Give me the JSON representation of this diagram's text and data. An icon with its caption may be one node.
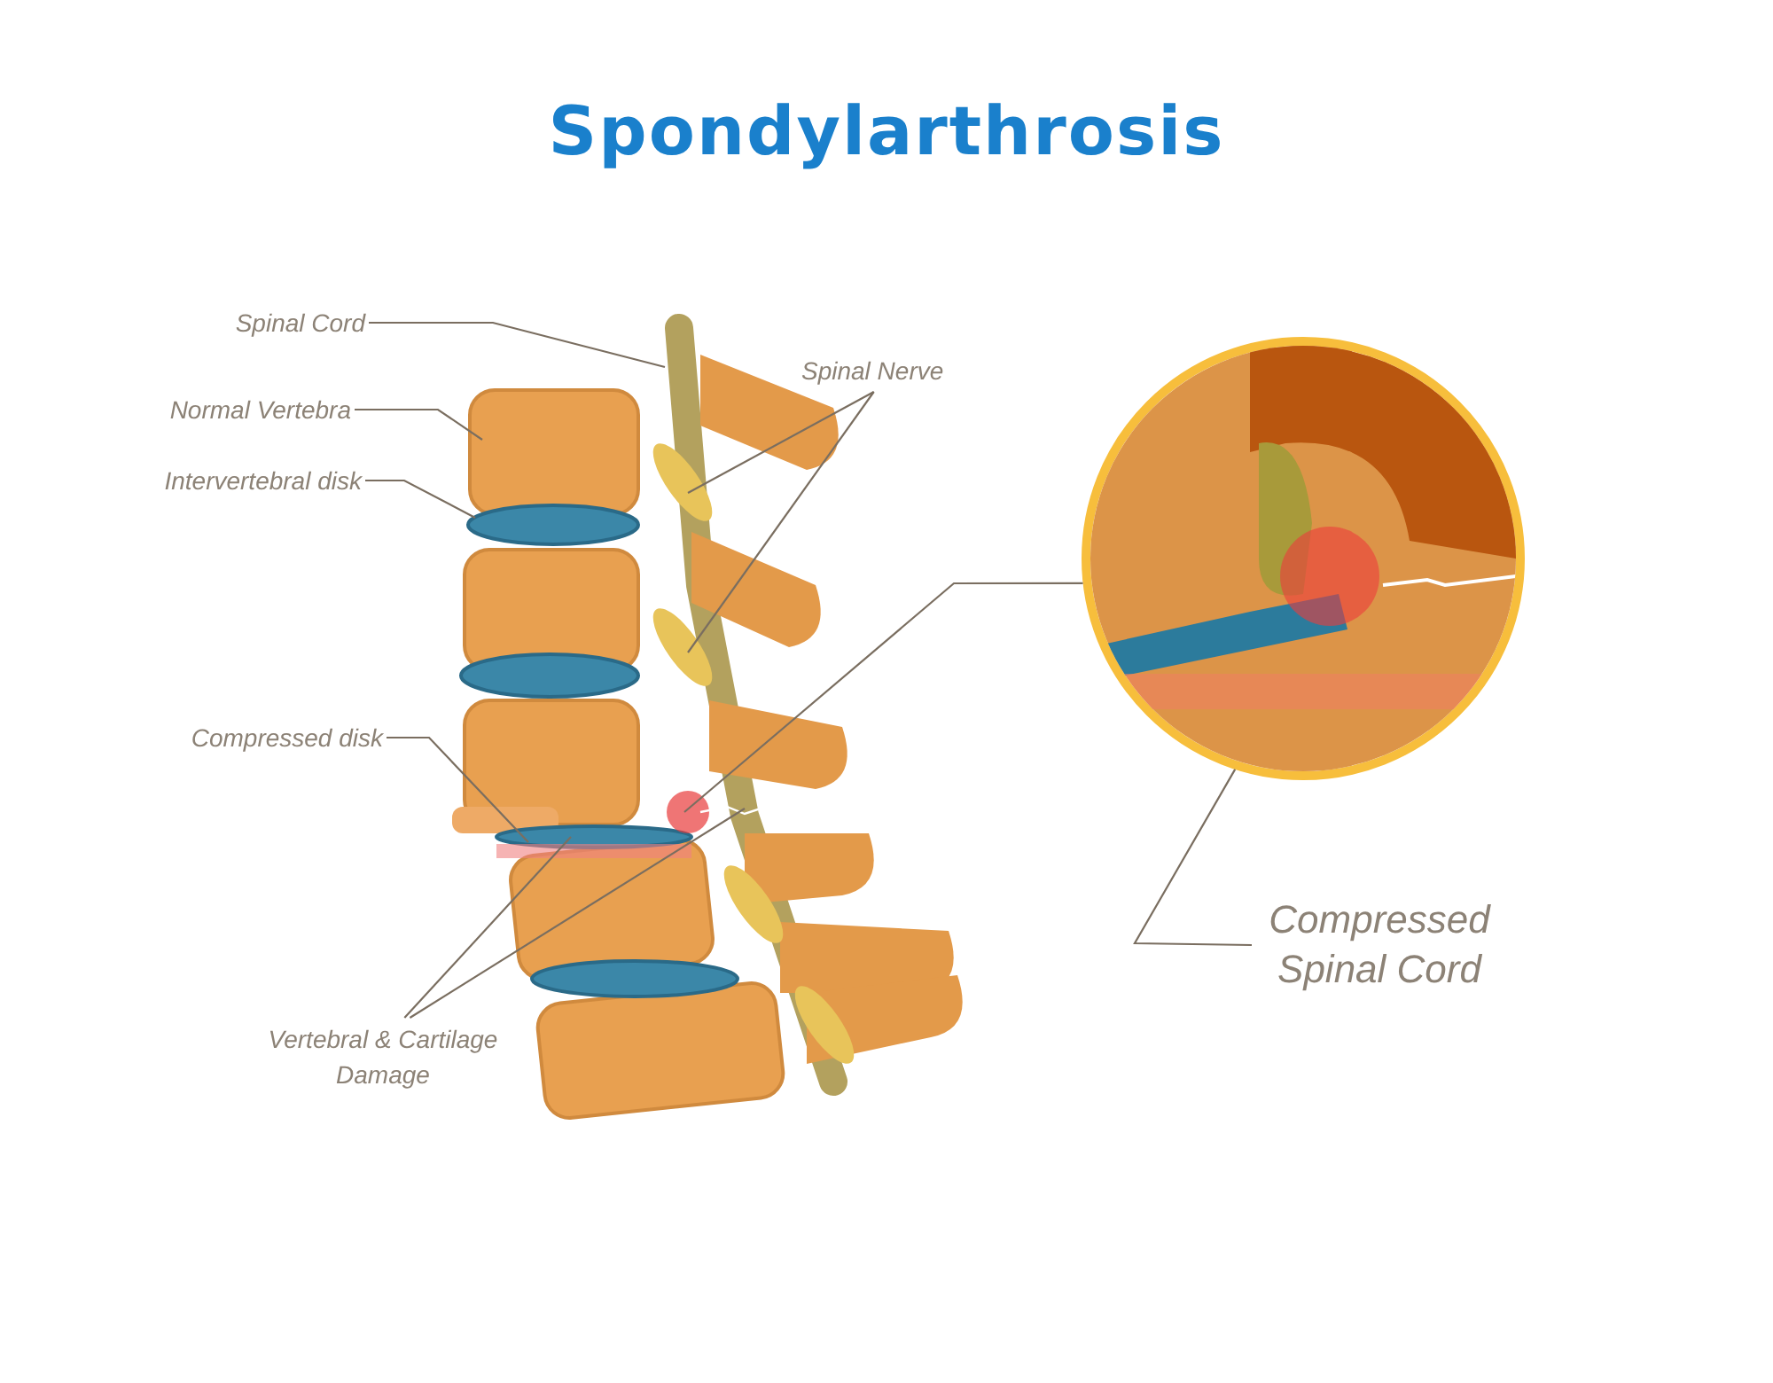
{
  "diagram": {
    "title": "Spondylarthrosis",
    "nodes": [
      {
        "text": [
          "Spinal Cord"
        ]
      },
      {
        "text": [
          "Normal Vertebra"
        ]
      },
      {
        "text": [
          "Intervertebral disk"
        ]
      },
      {
        "text": [
          "Spinal Nerve"
        ]
      },
      {
        "text": [
          "Compressed disk"
        ]
      },
      {
        "text": [
          "Vertebral & Cartilage Damage"
        ]
      },
      {
        "text": [],
        "shape": "circle"
      },
      {
        "text": [
          "Compressed Spinal Cord"
        ]
      }
    ],
    "edges": [
      {
        "from": 0,
        "to": null,
        "arrow": "none"
      },
      {
        "from": 1,
        "to": null,
        "arrow": "none"
      },
      {
        "from": 2,
        "to": null,
        "arrow": "none"
      },
      {
        "from": 3,
        "to": null,
        "arrow": "none"
      },
      {
        "from": 3,
        "to": null,
        "arrow": "none"
      },
      {
        "from": 4,
        "to": null,
        "arrow": "none"
      },
      {
        "from": 5,
        "to": null,
        "arrow": "none"
      },
      {
        "from": 5,
        "to": null,
        "arrow": "none"
      },
      {
        "from": 6,
        "to": null,
        "arrow": "none"
      },
      {
        "from": 7,
        "to": 6,
        "arrow": "none"
      }
    ]
  }
}
